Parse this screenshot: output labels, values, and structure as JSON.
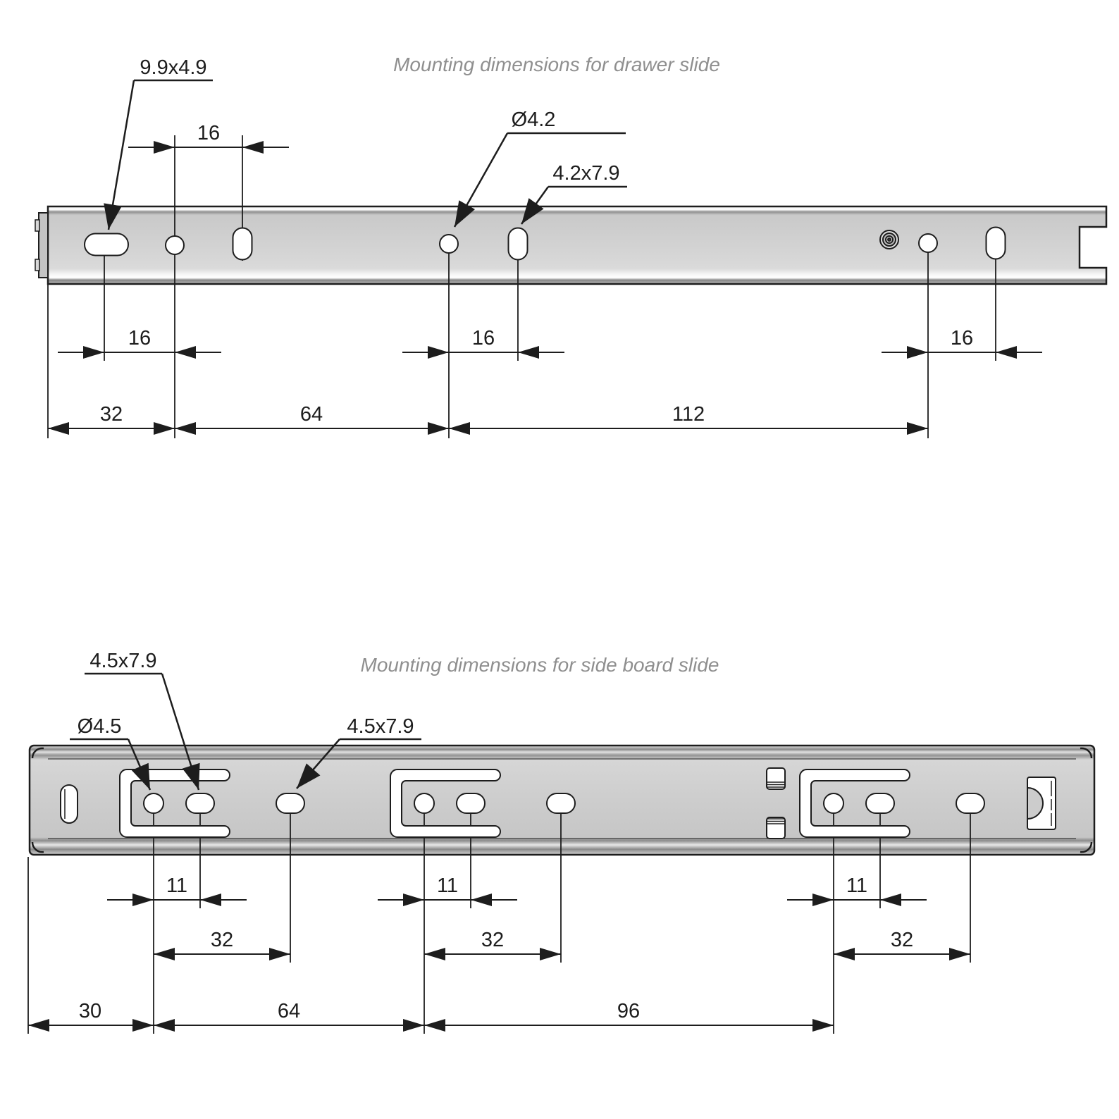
{
  "page": {
    "background": "#ffffff"
  },
  "colors": {
    "line": "#1d1d1d",
    "title_text": "#8f8f8f",
    "rail_fill": "#cfcfcf",
    "hole_fill": "#ffffff"
  },
  "diagram_top": {
    "title": "Mounting dimensions for drawer slide",
    "callouts": [
      {
        "text": "9.9x4.9"
      },
      {
        "text": "Ø4.2"
      },
      {
        "text": "4.2x7.9"
      }
    ],
    "dims_pitch": [
      {
        "value": "16"
      },
      {
        "value": "16"
      },
      {
        "value": "16"
      },
      {
        "value": "16"
      }
    ],
    "dims_spacing": [
      {
        "value": "32"
      },
      {
        "value": "64"
      },
      {
        "value": "112"
      }
    ]
  },
  "diagram_bottom": {
    "title": "Mounting dimensions for side board slide",
    "callouts": [
      {
        "text": "4.5x7.9"
      },
      {
        "text": "Ø4.5"
      },
      {
        "text": "4.5x7.9"
      }
    ],
    "dims_hole_pitch": [
      {
        "value": "11"
      },
      {
        "value": "11"
      },
      {
        "value": "11"
      }
    ],
    "dims_group_pitch": [
      {
        "value": "32"
      },
      {
        "value": "32"
      },
      {
        "value": "32"
      }
    ],
    "dims_spacing": [
      {
        "value": "30"
      },
      {
        "value": "64"
      },
      {
        "value": "96"
      }
    ]
  }
}
